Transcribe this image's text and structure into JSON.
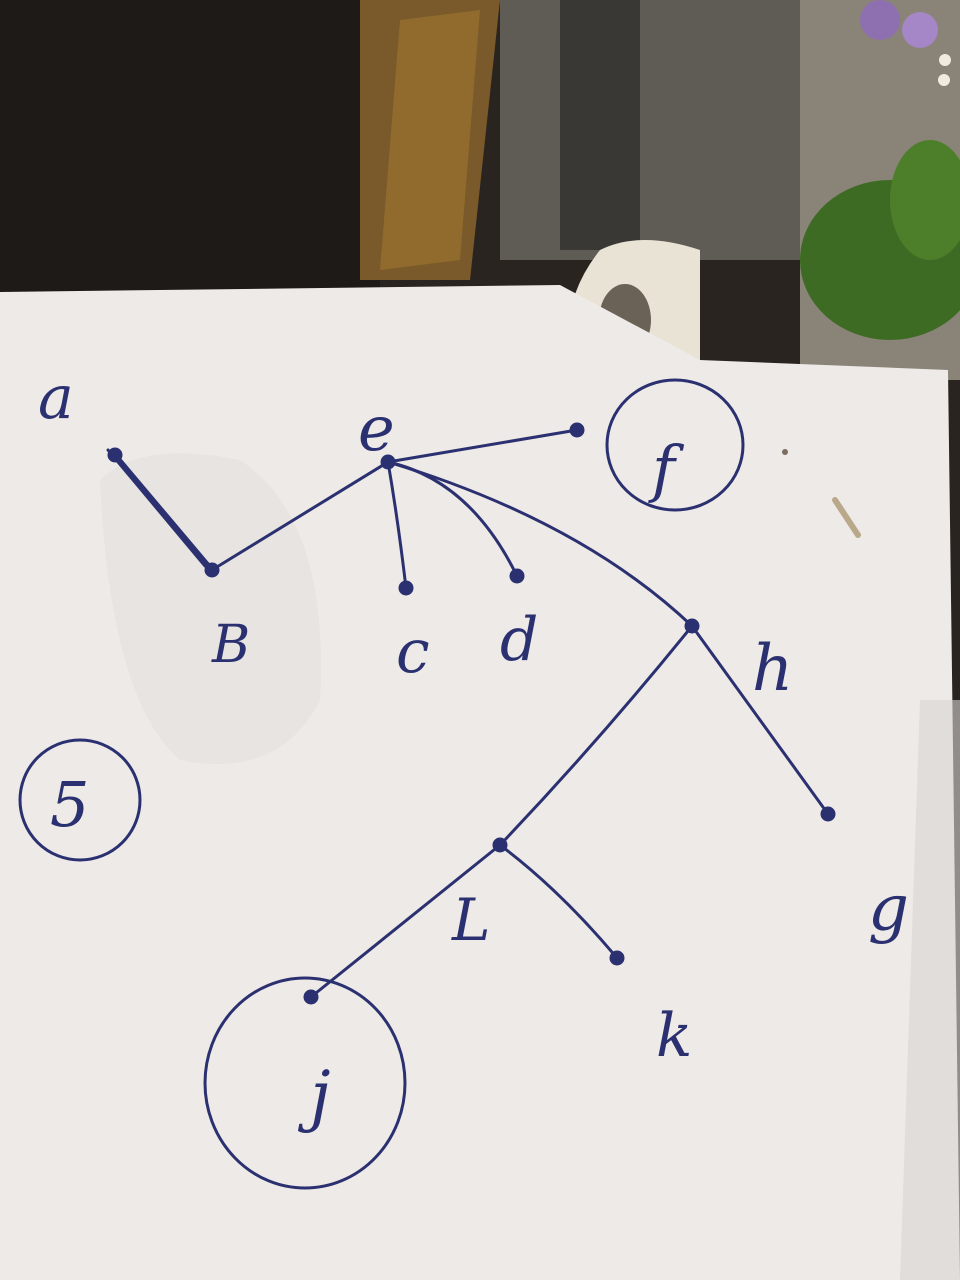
{
  "diagram": {
    "type": "tree",
    "nodes": [
      {
        "id": "a",
        "label": "a",
        "circled": false
      },
      {
        "id": "B",
        "label": "B",
        "circled": false
      },
      {
        "id": "e",
        "label": "e",
        "circled": false
      },
      {
        "id": "c",
        "label": "c",
        "circled": false
      },
      {
        "id": "d",
        "label": "d",
        "circled": false
      },
      {
        "id": "f",
        "label": "f",
        "circled": true
      },
      {
        "id": "h",
        "label": "h",
        "circled": false
      },
      {
        "id": "g",
        "label": "g",
        "circled": false
      },
      {
        "id": "L",
        "label": "L",
        "circled": false
      },
      {
        "id": "k",
        "label": "k",
        "circled": false
      },
      {
        "id": "j",
        "label": "j",
        "circled": true
      }
    ],
    "edges": [
      [
        "a",
        "B"
      ],
      [
        "B",
        "e"
      ],
      [
        "e",
        "c"
      ],
      [
        "e",
        "d"
      ],
      [
        "e",
        "f"
      ],
      [
        "e",
        "h"
      ],
      [
        "h",
        "g"
      ],
      [
        "h",
        "L"
      ],
      [
        "L",
        "k"
      ],
      [
        "L",
        "j"
      ]
    ],
    "annotation": {
      "label": "5",
      "circled": true
    }
  },
  "colors": {
    "ink": "#2b3170",
    "paper": "#eeeae7",
    "paper_shadow": "#d9d4d2",
    "background": "#2a2420"
  }
}
